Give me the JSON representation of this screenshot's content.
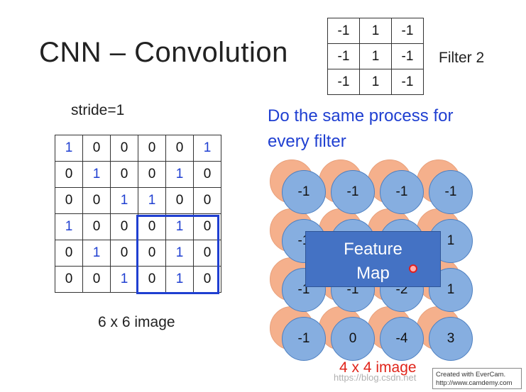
{
  "title": "CNN – Convolution",
  "filter": {
    "label": "Filter 2",
    "rows": [
      [
        "-1",
        "1",
        "-1"
      ],
      [
        "-1",
        "1",
        "-1"
      ],
      [
        "-1",
        "1",
        "-1"
      ]
    ]
  },
  "stride_text": "stride=1",
  "image": {
    "label": "6 x 6 image",
    "rows": [
      [
        "1",
        "0",
        "0",
        "0",
        "0",
        "1"
      ],
      [
        "0",
        "1",
        "0",
        "0",
        "1",
        "0"
      ],
      [
        "0",
        "0",
        "1",
        "1",
        "0",
        "0"
      ],
      [
        "1",
        "0",
        "0",
        "0",
        "1",
        "0"
      ],
      [
        "0",
        "1",
        "0",
        "0",
        "1",
        "0"
      ],
      [
        "0",
        "0",
        "1",
        "0",
        "1",
        "0"
      ]
    ]
  },
  "process_text_line1": "Do the same process for",
  "process_text_line2": "every filter",
  "feature_map": {
    "rows": [
      [
        "-1",
        "-1",
        "-1",
        "-1"
      ],
      [
        "-1",
        "",
        "",
        "1"
      ],
      [
        "-1",
        "-1",
        "-2",
        "1"
      ],
      [
        "-1",
        "0",
        "-4",
        "3"
      ]
    ],
    "overlay_line1": "Feature",
    "overlay_line2": "Map",
    "label": "4 x 4 image"
  },
  "watermark": "https://blog.csdn.net",
  "credit_line1": "Created with EverCam.",
  "credit_line2": "http://www.camdemy.com",
  "colors": {
    "blue_text": "#1f3fd1",
    "red_text": "#e0241a",
    "circle_blue": "#86aee0",
    "circle_orange": "#f5b08c",
    "overlay": "#4472c4"
  }
}
